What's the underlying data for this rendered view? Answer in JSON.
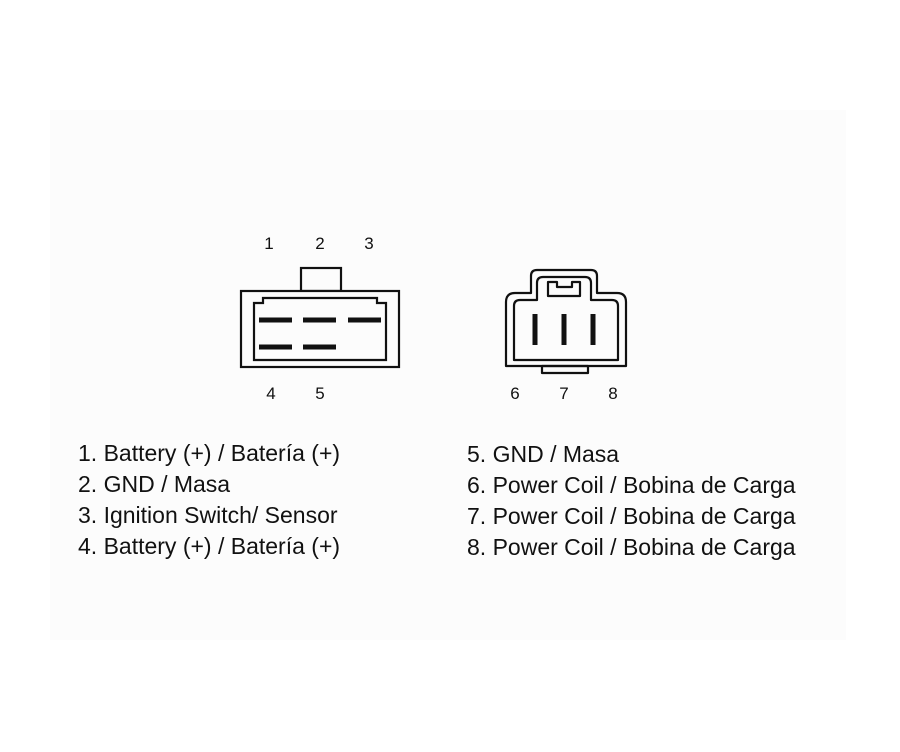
{
  "connector_left": {
    "pin_labels_top": [
      "1",
      "2",
      "3"
    ],
    "pin_labels_bottom": [
      "4",
      "5"
    ]
  },
  "connector_right": {
    "pin_labels_bottom": [
      "6",
      "7",
      "8"
    ]
  },
  "legend_left": [
    "1. Battery (+) / Batería (+)",
    "2. GND / Masa",
    "3. Ignition Switch/ Sensor",
    "4. Battery (+) / Batería (+)"
  ],
  "legend_right": [
    "5. GND / Masa",
    "6. Power Coil / Bobina de Carga",
    "7. Power Coil / Bobina de Carga",
    "8. Power Coil / Bobina de Carga"
  ],
  "colors": {
    "line": "#111111",
    "panel": "#fcfcfc"
  }
}
